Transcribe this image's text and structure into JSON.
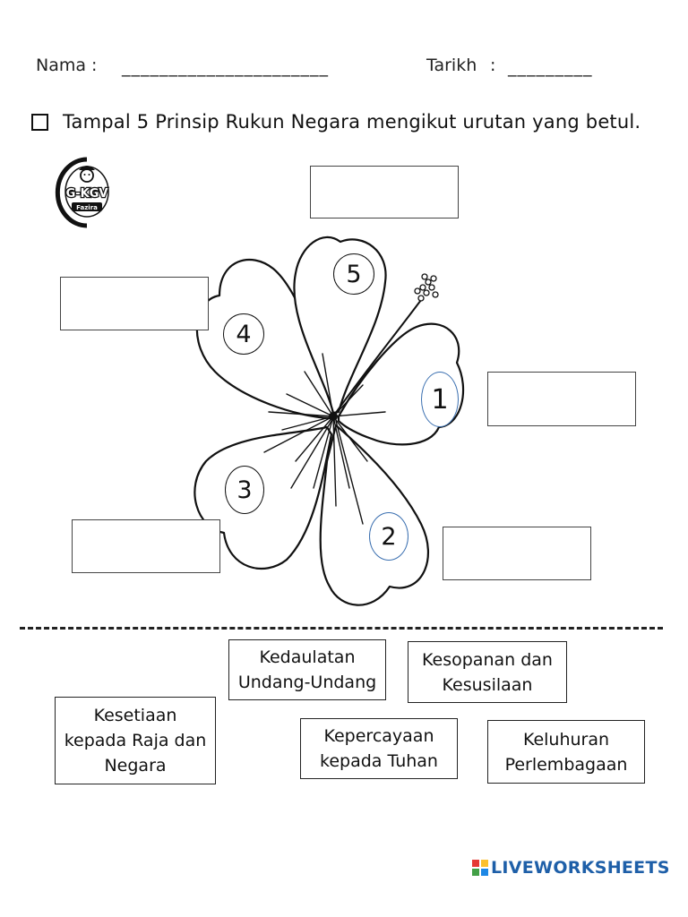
{
  "header": {
    "name_label": "Nama :",
    "name_blank": "______________________",
    "date_label": "Tarikh",
    "date_colon": ":",
    "date_blank": "_________"
  },
  "instruction": "Tampal 5 Prinsip Rukun Negara mengikut urutan yang betul.",
  "logo": {
    "text": "Fazira",
    "icon": "g-kgv-logo-icon"
  },
  "flower": {
    "petals": [
      {
        "number": "1"
      },
      {
        "number": "2"
      },
      {
        "number": "3"
      },
      {
        "number": "4"
      },
      {
        "number": "5"
      }
    ]
  },
  "cards": {
    "kedaulatan": {
      "line1": "Kedaulatan",
      "line2": "Undang-Undang"
    },
    "kesopanan": {
      "line1": "Kesopanan dan",
      "line2": "Kesusilaan"
    },
    "kesetiaan": {
      "line1": "Kesetiaan",
      "line2": "kepada Raja dan",
      "line3": "Negara"
    },
    "kepercayaan": {
      "line1": "Kepercayaan",
      "line2": "kepada Tuhan"
    },
    "keluhuran": {
      "line1": "Keluhuran",
      "line2": "Perlembagaan"
    }
  },
  "footer": {
    "brand": "LIVEWORKSHEETS",
    "icon": "liveworksheets-logo-icon"
  },
  "colors": {
    "accent_blue": "#1e5fa8",
    "circle_blue": "#3a6fb0"
  }
}
